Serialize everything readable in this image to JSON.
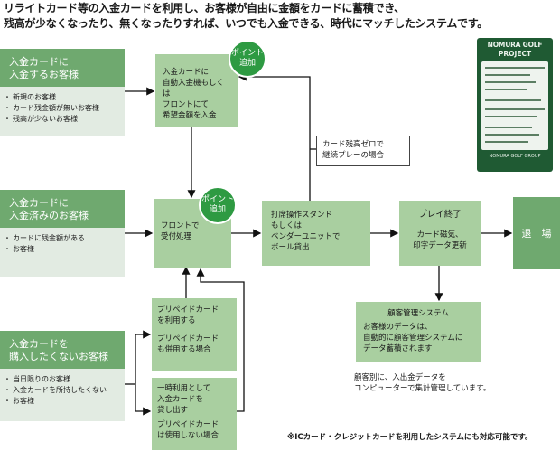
{
  "header": {
    "line1": "リライトカード等の入金カードを利用し、お客様が自由に金額をカードに蓄積でき、",
    "line2": "残高が少なくなったり、無くなったりすれば、いつでも入金できる、時代にマッチしたシステムです。"
  },
  "customers": {
    "deposit": {
      "title_line1": "入金カードに",
      "title_line2": "入金するお客様",
      "items": [
        "新規のお客様",
        "カード残金額が無いお客様",
        "残高が少ないお客様"
      ]
    },
    "deposited": {
      "title_line1": "入金カードに",
      "title_line2": "入金済みのお客様",
      "items_line1": "カードに残金額がある",
      "items_line2": "お客様"
    },
    "no_purchase": {
      "title_line1": "入金カードを",
      "title_line2": "購入したくないお客様",
      "items": [
        "当日限りのお客様",
        "入金カードを所持したくない"
      ],
      "item_cont": "お客様"
    }
  },
  "badges": {
    "point1_line1": "ポイント",
    "point1_line2": "追加",
    "point2_line1": "ポイント",
    "point2_line2": "追加"
  },
  "boxes": {
    "deposit_machine": [
      "入金カードに",
      "自動入金機もしくは",
      "フロントにて",
      "希望金額を入金"
    ],
    "front": [
      "フロントで",
      "受付処理"
    ],
    "stand": [
      "打席操作スタンド",
      "もしくは",
      "ベンダーユニットで",
      "ボール貸出"
    ],
    "play_end_title": "プレイ終了",
    "play_end_desc": [
      "カード磁気、",
      "印字データ更新"
    ],
    "exit": "退　場",
    "zero_balance": [
      "カード残高ゼロで",
      "継続プレーの場合"
    ],
    "prepaid_use": [
      "プリペイドカード",
      "を利用する"
    ],
    "prepaid_use_sub": [
      "プリペイドカード",
      "も併用する場合"
    ],
    "temp_use": [
      "一時利用として",
      "入金カードを",
      "貸し出す"
    ],
    "temp_use_sub": [
      "プリペイドカード",
      "は使用しない場合"
    ],
    "customer_mgmt_title": "顧客管理システム",
    "customer_mgmt_desc": [
      "お客様のデータは、",
      "自動的に顧客管理システムに",
      "データ蓄積されます"
    ]
  },
  "notes": {
    "mgmt_line1": "顧客別に、入出金データを",
    "mgmt_line2": "コンピューターで集計管理しています。",
    "footer": "※ICカード・クレジットカードを利用したシステムにも対応可能です。"
  },
  "card": {
    "brand_line1": "NOMURA GOLF",
    "brand_line2": "PROJECT",
    "footer": "NOMURA GOLF GROUP"
  },
  "colors": {
    "dark_green": "#6fa96f",
    "light_green": "#e2ebe2",
    "mid_green": "#a9cfa0",
    "badge_green": "#2e9a42",
    "card_green": "#1f5a33"
  }
}
